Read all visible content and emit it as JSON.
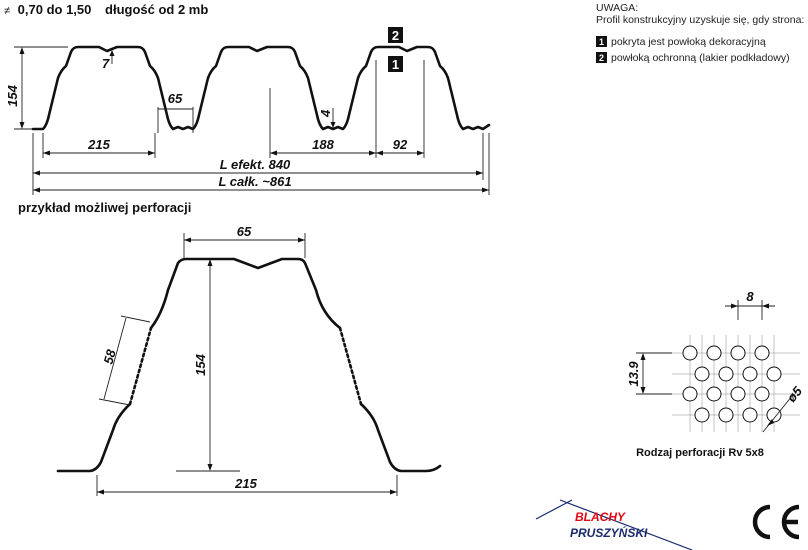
{
  "header": {
    "thickness_symbol": "≠",
    "thickness_text": "0,70 do 1,50",
    "length_text": "długość od 2 mb"
  },
  "note": {
    "title": "UWAGA:",
    "subtitle": "Profil konstrukcyjny uzyskuje się, gdy strona:",
    "items": [
      {
        "num": "1",
        "text": "pokryta jest powłoką dekoracyjną"
      },
      {
        "num": "2",
        "text": "powłoką ochronną (lakier podkładowy)"
      }
    ]
  },
  "profile": {
    "side_markers": [
      "2",
      "1"
    ],
    "dims": {
      "height": "154",
      "groove": "7",
      "top_rib": "65",
      "bottom_width": "215",
      "bottom_rib": "4",
      "pitch": "188",
      "flat": "92",
      "l_eff": "L efekt. 840",
      "l_total": "L całk. ~861"
    }
  },
  "perforation": {
    "title": "przykład możliwej perforacji",
    "dims": {
      "top": "65",
      "slant": "58",
      "height": "154",
      "bottom": "215"
    }
  },
  "pattern": {
    "dims": {
      "pitch": "8",
      "row": "13.9",
      "diameter": "ø5"
    },
    "caption": "Rodzaj perforacji Rv 5x8"
  },
  "logo": {
    "line1": "BLACHY",
    "line2": "PRUSZYŃSKI",
    "accent": "#e30613"
  },
  "ce_mark": "CE"
}
